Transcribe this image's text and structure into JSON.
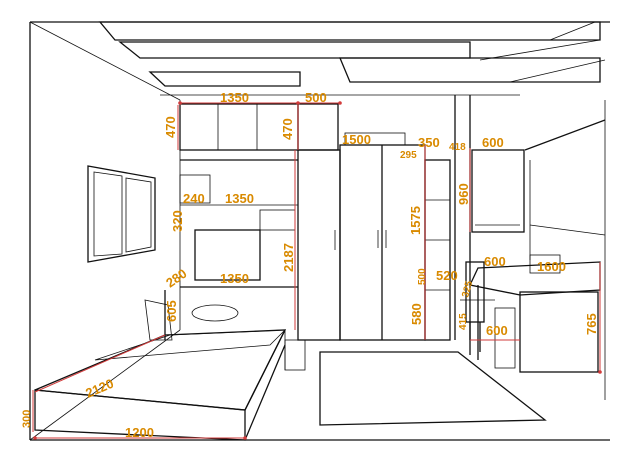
{
  "dimensions": {
    "cab_top_width": "1350",
    "cab_top_height": "470",
    "upper_cab_width": "500",
    "upper_cab_height": "470",
    "wardrobe_width": "1500",
    "shelf_a": "295",
    "shelf_b": "350",
    "shelf_c": "418",
    "right_cab_width": "600",
    "right_cab_height": "960",
    "wardrobe_height": "1575",
    "left_shelf_depth": "240",
    "desk_shelf_width": "1350",
    "left_shelf_height": "320",
    "wall_height": "2187",
    "bench_width": "1350",
    "bench_depth": "280",
    "headboard_height": "605",
    "bookcase_a": "500",
    "bookcase_b": "520",
    "bookcase_height": "580",
    "desk_depth": "600",
    "desk_right": "1600",
    "chair_a": "415",
    "chair_b": "325",
    "desk_leg_width": "600",
    "desk_height": "765",
    "bed_length": "2120",
    "bed_width": "1200",
    "bed_height": "300"
  }
}
